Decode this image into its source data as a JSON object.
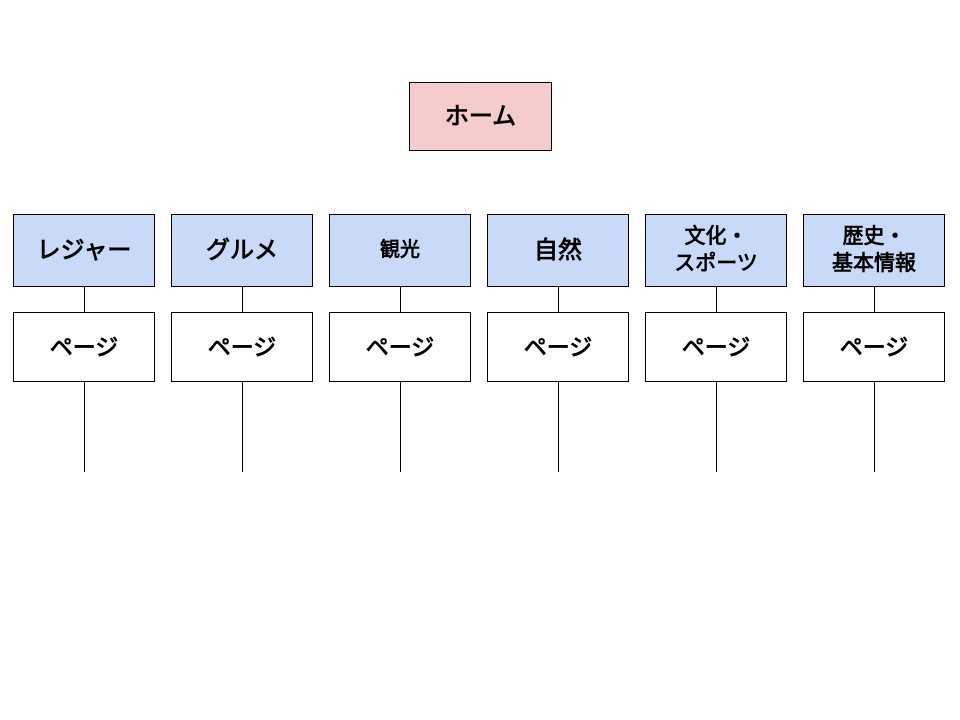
{
  "diagram": {
    "root": {
      "label": "ホーム"
    },
    "page_label": "ページ",
    "columns": [
      {
        "label": "レジャー"
      },
      {
        "label": "グルメ"
      },
      {
        "label": "観光"
      },
      {
        "label": "自然"
      },
      {
        "label": "文化・\nスポーツ"
      },
      {
        "label": "歴史・\n基本情報"
      }
    ],
    "colors": {
      "root_fill": "#f4cccc",
      "category_fill": "#c9daf8",
      "page_fill": "#ffffff",
      "border": "#000000"
    }
  }
}
